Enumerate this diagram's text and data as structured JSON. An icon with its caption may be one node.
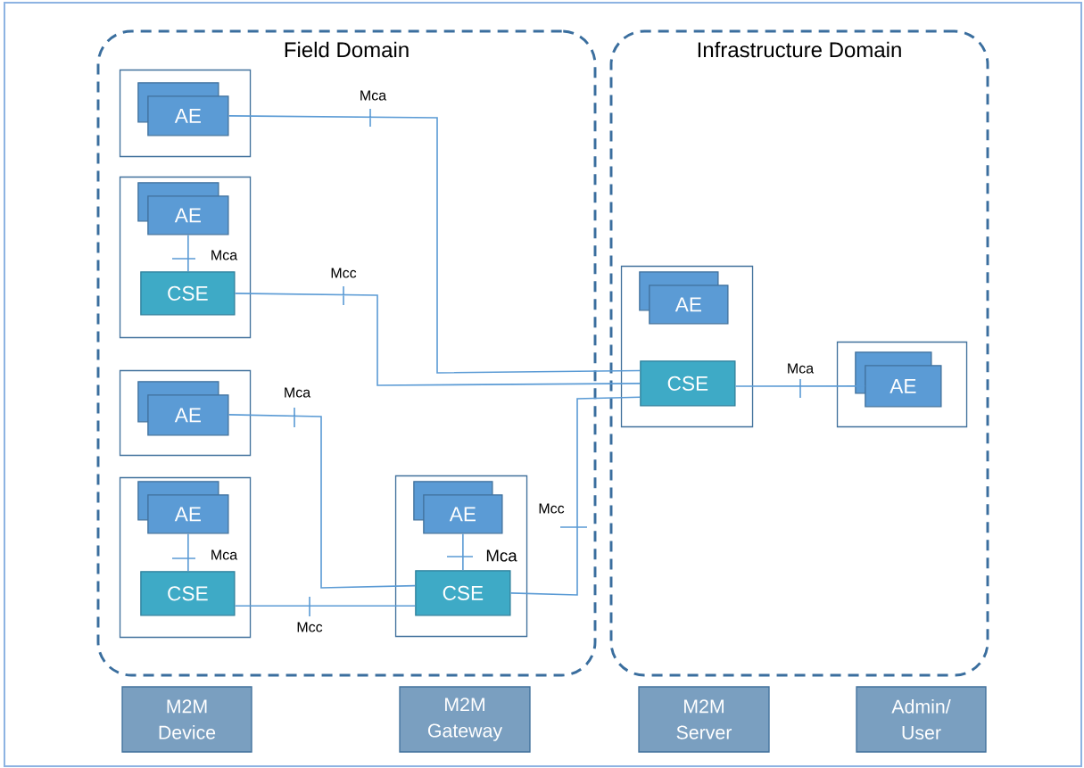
{
  "diagram": {
    "nodes": [
      {
        "text": [
          "Field Domain"
        ]
      },
      {
        "text": [
          "Infrastructure Domain"
        ]
      },
      {
        "text": [],
        "shape": "box",
        "in": 0
      },
      {
        "text": [
          "AE"
        ],
        "in": 2
      },
      {
        "text": [],
        "shape": "box",
        "in": 0
      },
      {
        "text": [
          "AE"
        ],
        "in": 4
      },
      {
        "text": [
          "CSE"
        ],
        "in": 4
      },
      {
        "text": [],
        "shape": "box",
        "in": 0
      },
      {
        "text": [
          "AE"
        ],
        "in": 7
      },
      {
        "text": [],
        "shape": "box",
        "in": 0
      },
      {
        "text": [
          "AE"
        ],
        "in": 9
      },
      {
        "text": [
          "CSE"
        ],
        "in": 9
      },
      {
        "text": [],
        "shape": "box",
        "in": 0
      },
      {
        "text": [
          "AE"
        ],
        "in": 12
      },
      {
        "text": [
          "CSE"
        ],
        "in": 12
      },
      {
        "text": [],
        "shape": "box",
        "in": 1
      },
      {
        "text": [
          "AE"
        ],
        "in": 15
      },
      {
        "text": [
          "CSE"
        ],
        "in": 15
      },
      {
        "text": [],
        "shape": "box",
        "in": 1
      },
      {
        "text": [
          "AE"
        ],
        "in": 18
      },
      {
        "text": [
          "M2M Device"
        ]
      },
      {
        "text": [
          "M2M Gateway"
        ]
      },
      {
        "text": [
          "M2M Server"
        ]
      },
      {
        "text": [
          "Admin/ User"
        ]
      }
    ],
    "edges": [
      {
        "from": 3,
        "to": 17,
        "arrow": "none",
        "label": "Mca"
      },
      {
        "from": 5,
        "to": 6,
        "arrow": "none",
        "label": "Mca"
      },
      {
        "from": 6,
        "to": 17,
        "arrow": "none",
        "label": "Mcc"
      },
      {
        "from": 8,
        "to": 14,
        "arrow": "none",
        "label": "Mca"
      },
      {
        "from": 10,
        "to": 11,
        "arrow": "none",
        "label": "Mca"
      },
      {
        "from": 11,
        "to": 14,
        "arrow": "none",
        "label": "Mcc"
      },
      {
        "from": 13,
        "to": 14,
        "arrow": "none",
        "label": "Mca"
      },
      {
        "from": 14,
        "to": 17,
        "arrow": "none",
        "label": "Mcc"
      },
      {
        "from": 17,
        "to": 19,
        "arrow": "none",
        "label": "Mca"
      }
    ]
  }
}
